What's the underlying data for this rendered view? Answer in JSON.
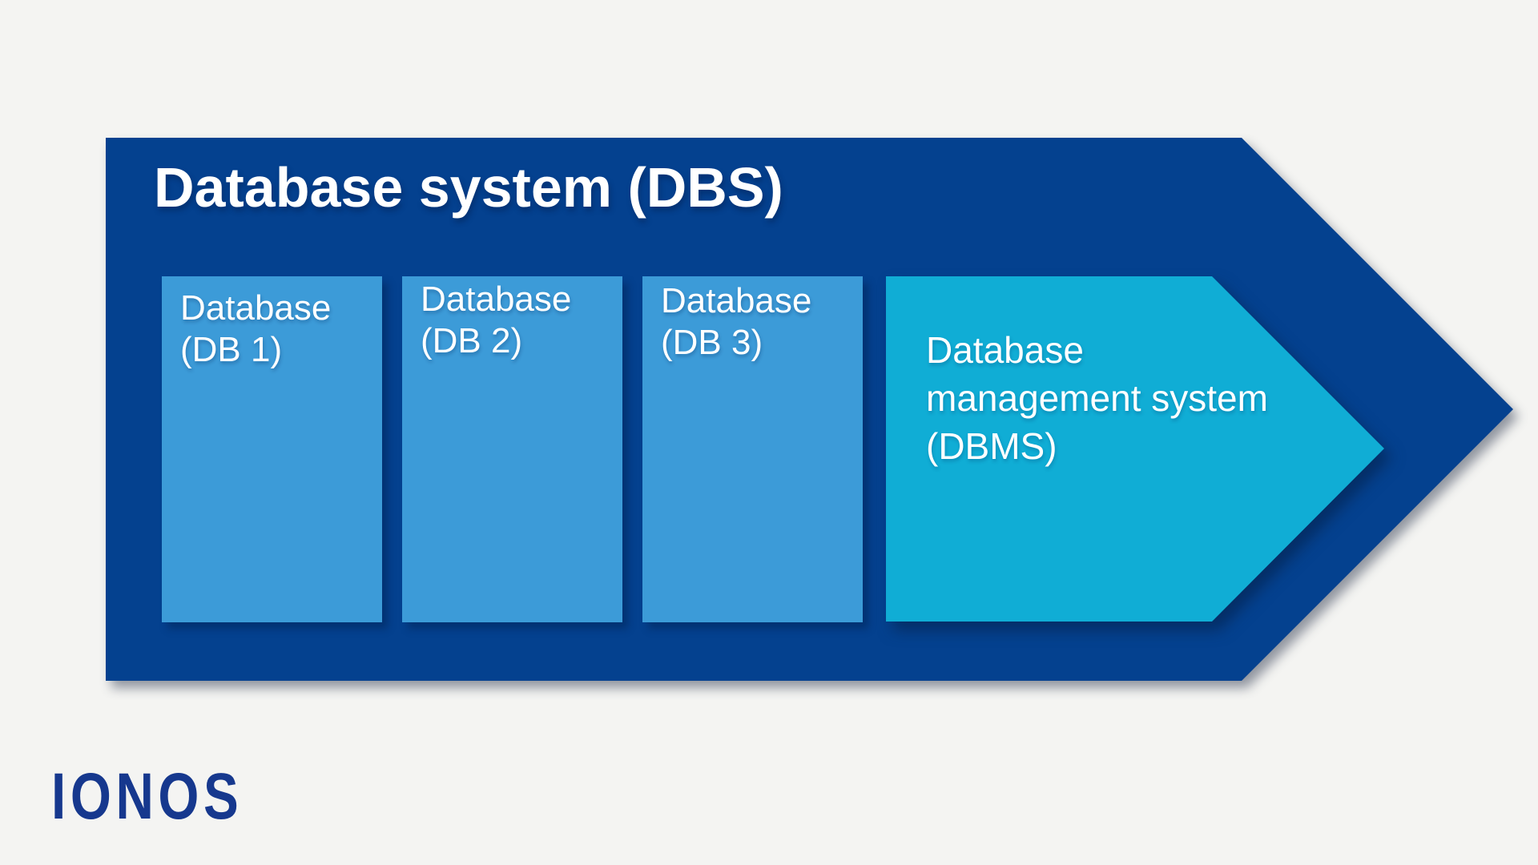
{
  "page": {
    "background_color": "#f4f4f2"
  },
  "diagram": {
    "title": "Database system (DBS)",
    "colors": {
      "container_arrow": "#04418f",
      "database_box": "#3c9bd8",
      "dbms_arrow": "#10add5",
      "text": "#ffffff"
    },
    "databases": [
      {
        "name": "Database",
        "id": "(DB 1)"
      },
      {
        "name": "Database",
        "id": "(DB 2)"
      },
      {
        "name": "Database",
        "id": "(DB 3)"
      }
    ],
    "dbms": {
      "lines": [
        "Database",
        "management system",
        "(DBMS)"
      ]
    }
  },
  "footer": {
    "logo_text": "IONOS",
    "logo_color": "#16388e"
  }
}
